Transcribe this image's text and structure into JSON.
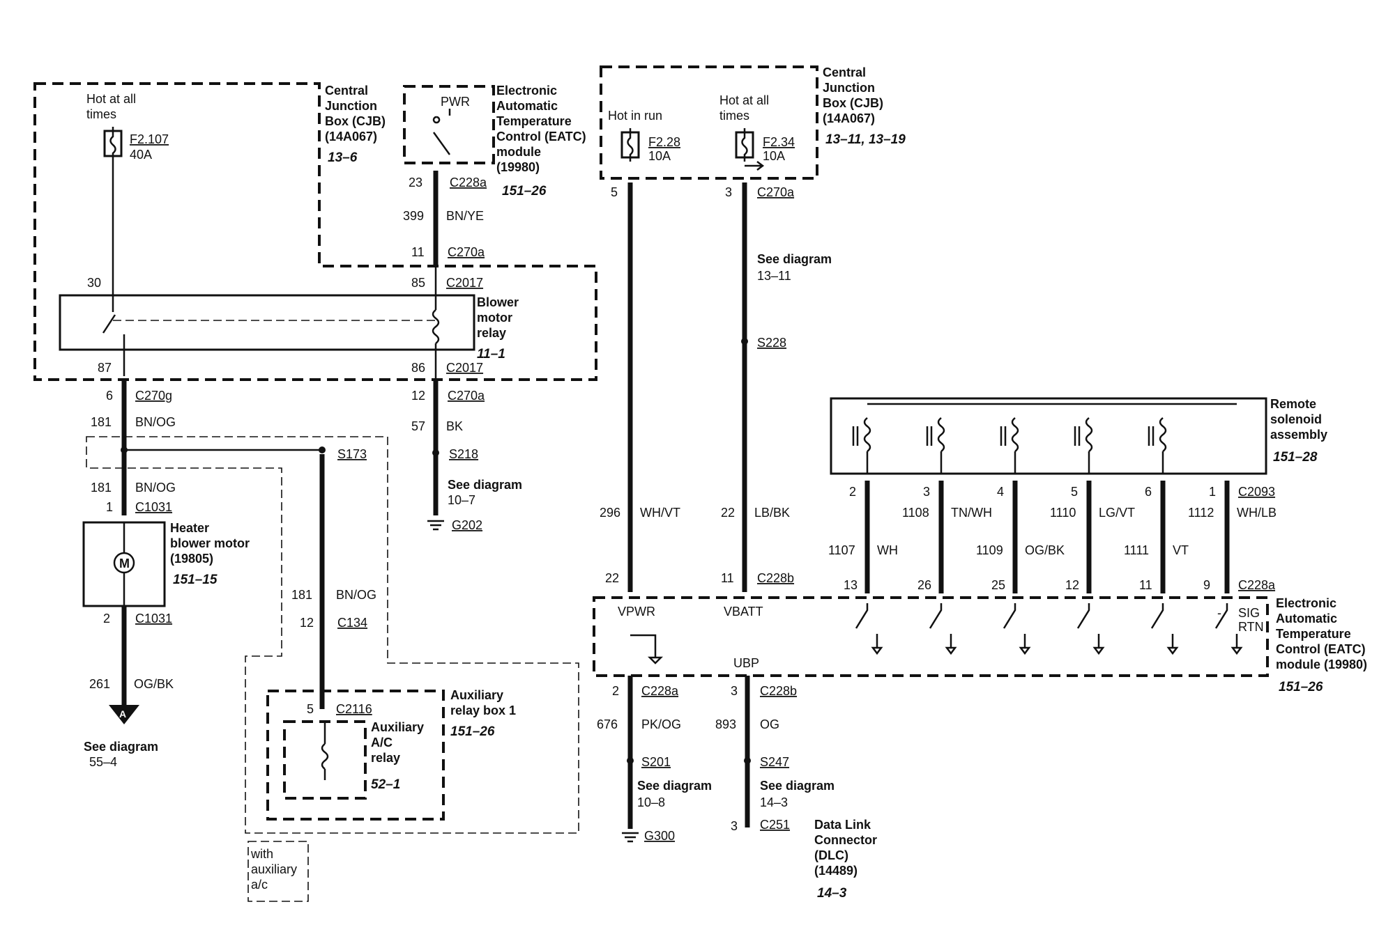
{
  "cjb_left": {
    "title": [
      "Central",
      "Junction",
      "Box (CJB)",
      "(14A067)"
    ],
    "ref": "13–6",
    "hot_label": [
      "Hot at all",
      "times"
    ],
    "fuse_id": "F2.107",
    "fuse_rating": "40A"
  },
  "eatc_top": {
    "pwr": "PWR",
    "title": [
      "Electronic",
      "Automatic",
      "Temperature",
      "Control (EATC)",
      "module",
      "(19980)"
    ],
    "ref": "151–26",
    "pin": "23",
    "connector": "C228a",
    "circuit": "399",
    "color": "BN/YE",
    "pin2": "11",
    "connector2": "C270a"
  },
  "blower_relay": {
    "title": [
      "Blower",
      "motor",
      "relay"
    ],
    "ref": "11–1",
    "pin30": "30",
    "pin85": "85",
    "conn85": "C2017",
    "pin87": "87",
    "pin86": "86",
    "conn86": "C2017"
  },
  "ground_218": {
    "pin": "12",
    "connector": "C270a",
    "circuit": "57",
    "color": "BK",
    "splice": "S218",
    "see": "See diagram",
    "see_ref": "10–7",
    "ground": "G202"
  },
  "blower_feed": {
    "pin": "6",
    "connector": "C270g",
    "circuit": "181",
    "color": "BN/OG",
    "splice": "S173",
    "circuit2": "181",
    "color2": "BN/OG",
    "pin2": "1",
    "connector2": "C1031"
  },
  "blower_motor": {
    "title": [
      "Heater",
      "blower motor",
      "(19805)"
    ],
    "ref": "151–15",
    "symbol": "M",
    "pin": "2",
    "connector": "C1031",
    "circuit": "261",
    "color": "OG/BK",
    "arrow": "A",
    "see": "See diagram",
    "see_ref": "55–4"
  },
  "aux_relay": {
    "circuit": "181",
    "color": "BN/OG",
    "pin": "12",
    "connector": "C134",
    "box_title": [
      "Auxiliary",
      "relay box 1"
    ],
    "box_ref": "151–26",
    "pin2": "5",
    "connector2": "C2116",
    "relay_title": [
      "Auxiliary",
      "A/C",
      "relay"
    ],
    "relay_ref": "52–1",
    "option_note": [
      "with",
      "auxiliary",
      "a/c"
    ]
  },
  "cjb_right": {
    "title": [
      "Central",
      "Junction",
      "Box (CJB)",
      "(14A067)"
    ],
    "ref": "13–11, 13–19",
    "run_label": "Hot in run",
    "hot_label": [
      "Hot at all",
      "times"
    ],
    "fuse1_id": "F2.28",
    "fuse1_rating": "10A",
    "fuse2_id": "F2.34",
    "fuse2_rating": "10A"
  },
  "vpwr_wire": {
    "pin_top": "5",
    "circuit": "296",
    "color": "WH/VT",
    "pin_bottom": "22"
  },
  "vbatt_wire": {
    "pin_top": "3",
    "connector": "C270a",
    "see": "See diagram",
    "see_ref": "13–11",
    "splice": "S228",
    "circuit": "22",
    "color": "LB/BK",
    "pin_bottom": "11",
    "connector_bottom": "C228b"
  },
  "solenoid": {
    "title": [
      "Remote",
      "solenoid",
      "assembly"
    ],
    "ref": "151–28",
    "connector": "C2093",
    "wires": [
      {
        "top": "2",
        "circuit": "1107",
        "color": "WH",
        "bottom": "13"
      },
      {
        "top": "3",
        "circuit": "1108",
        "color": "TN/WH",
        "bottom": "26"
      },
      {
        "top": "4",
        "circuit": "1109",
        "color": "OG/BK",
        "bottom": "25"
      },
      {
        "top": "5",
        "circuit": "1110",
        "color": "LG/VT",
        "bottom": "12"
      },
      {
        "top": "6",
        "circuit": "1111",
        "color": "VT",
        "bottom": "11"
      },
      {
        "top": "1",
        "circuit": "1112",
        "color": "WH/LB",
        "bottom": "9"
      }
    ],
    "connector_bottom": "C228a"
  },
  "eatc_main": {
    "vpwr": "VPWR",
    "vbatt": "VBATT",
    "ubp": "UBP",
    "sig": "SIG",
    "rtn": "RTN",
    "minus": "-",
    "title": [
      "Electronic",
      "Automatic",
      "Temperature",
      "Control (EATC)",
      "module (19980)"
    ],
    "ref": "151–26"
  },
  "ground_201": {
    "pin": "2",
    "connector": "C228a",
    "circuit": "676",
    "color": "PK/OG",
    "splice": "S201",
    "see": "See diagram",
    "see_ref": "10–8",
    "ground": "G300"
  },
  "dlc": {
    "pin": "3",
    "connector": "C228b",
    "circuit": "893",
    "color": "OG",
    "splice": "S247",
    "see": "See diagram",
    "see_ref": "14–3",
    "pin2": "3",
    "connector2": "C251",
    "title": [
      "Data Link",
      "Connector",
      "(DLC)",
      "(14489)"
    ],
    "ref": "14–3"
  }
}
